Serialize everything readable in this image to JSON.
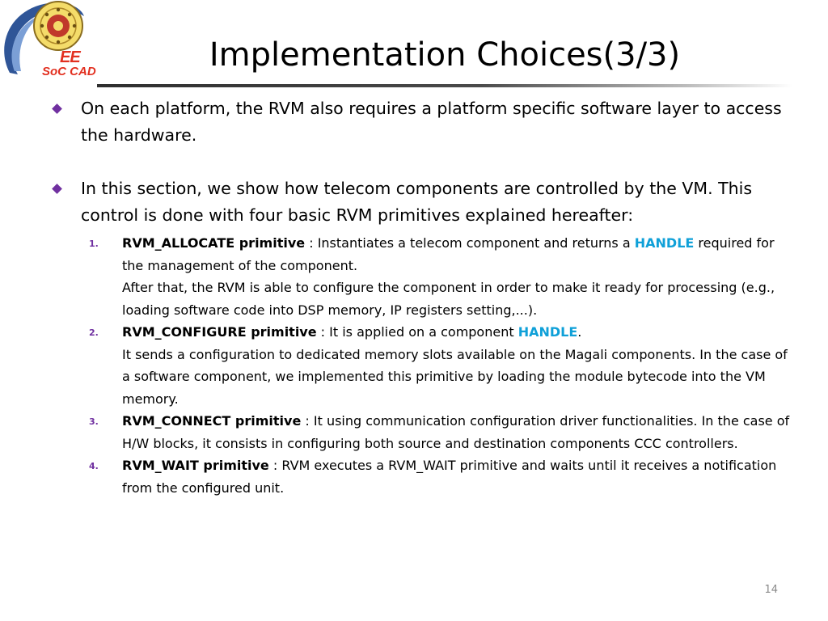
{
  "slide": {
    "title": "Implementation Choices(3/3)",
    "page_number": "14",
    "logo": {
      "line1": "EE",
      "line2": "SoC CAD"
    },
    "colors": {
      "bullet": "#7030a0",
      "highlight": "#0fa0d8",
      "logo_red": "#e23020",
      "logo_blue": "#2f5597"
    },
    "bullets": [
      {
        "text": "On each platform, the RVM also requires a platform specific software layer to access the hardware."
      },
      {
        "text": "In this section, we show how telecom components are controlled by the VM. This control is done with four basic RVM primitives explained hereafter:",
        "sub_items": [
          {
            "number": "1.",
            "term": "RVM_ALLOCATE primitive",
            "text_before": " : Instantiates a telecom component and returns a ",
            "highlight": "HANDLE",
            "text_after": " required for the management of the component.",
            "line2": "After that, the RVM is able to configure the component in order to make it ready for processing (e.g., loading software code into DSP memory, IP registers setting,...)."
          },
          {
            "number": "2.",
            "term": "RVM_CONFIGURE primitive",
            "text_before": " : It is applied on a component ",
            "highlight": "HANDLE",
            "text_after": ".",
            "line2": "It sends a configuration to dedicated memory slots available on the Magali components. In the case of a software component, we implemented this primitive by loading the module bytecode into the VM memory."
          },
          {
            "number": "3.",
            "term": "RVM_CONNECT primitive",
            "text_before": " :  It using communication configuration driver functionalities. In the case of H/W blocks, it consists in configuring both source and destination components CCC controllers."
          },
          {
            "number": "4.",
            "term": "RVM_WAIT primitive",
            "text_before": " : RVM executes a RVM_WAIT primitive and waits until it receives a notification from the configured unit."
          }
        ]
      }
    ]
  }
}
